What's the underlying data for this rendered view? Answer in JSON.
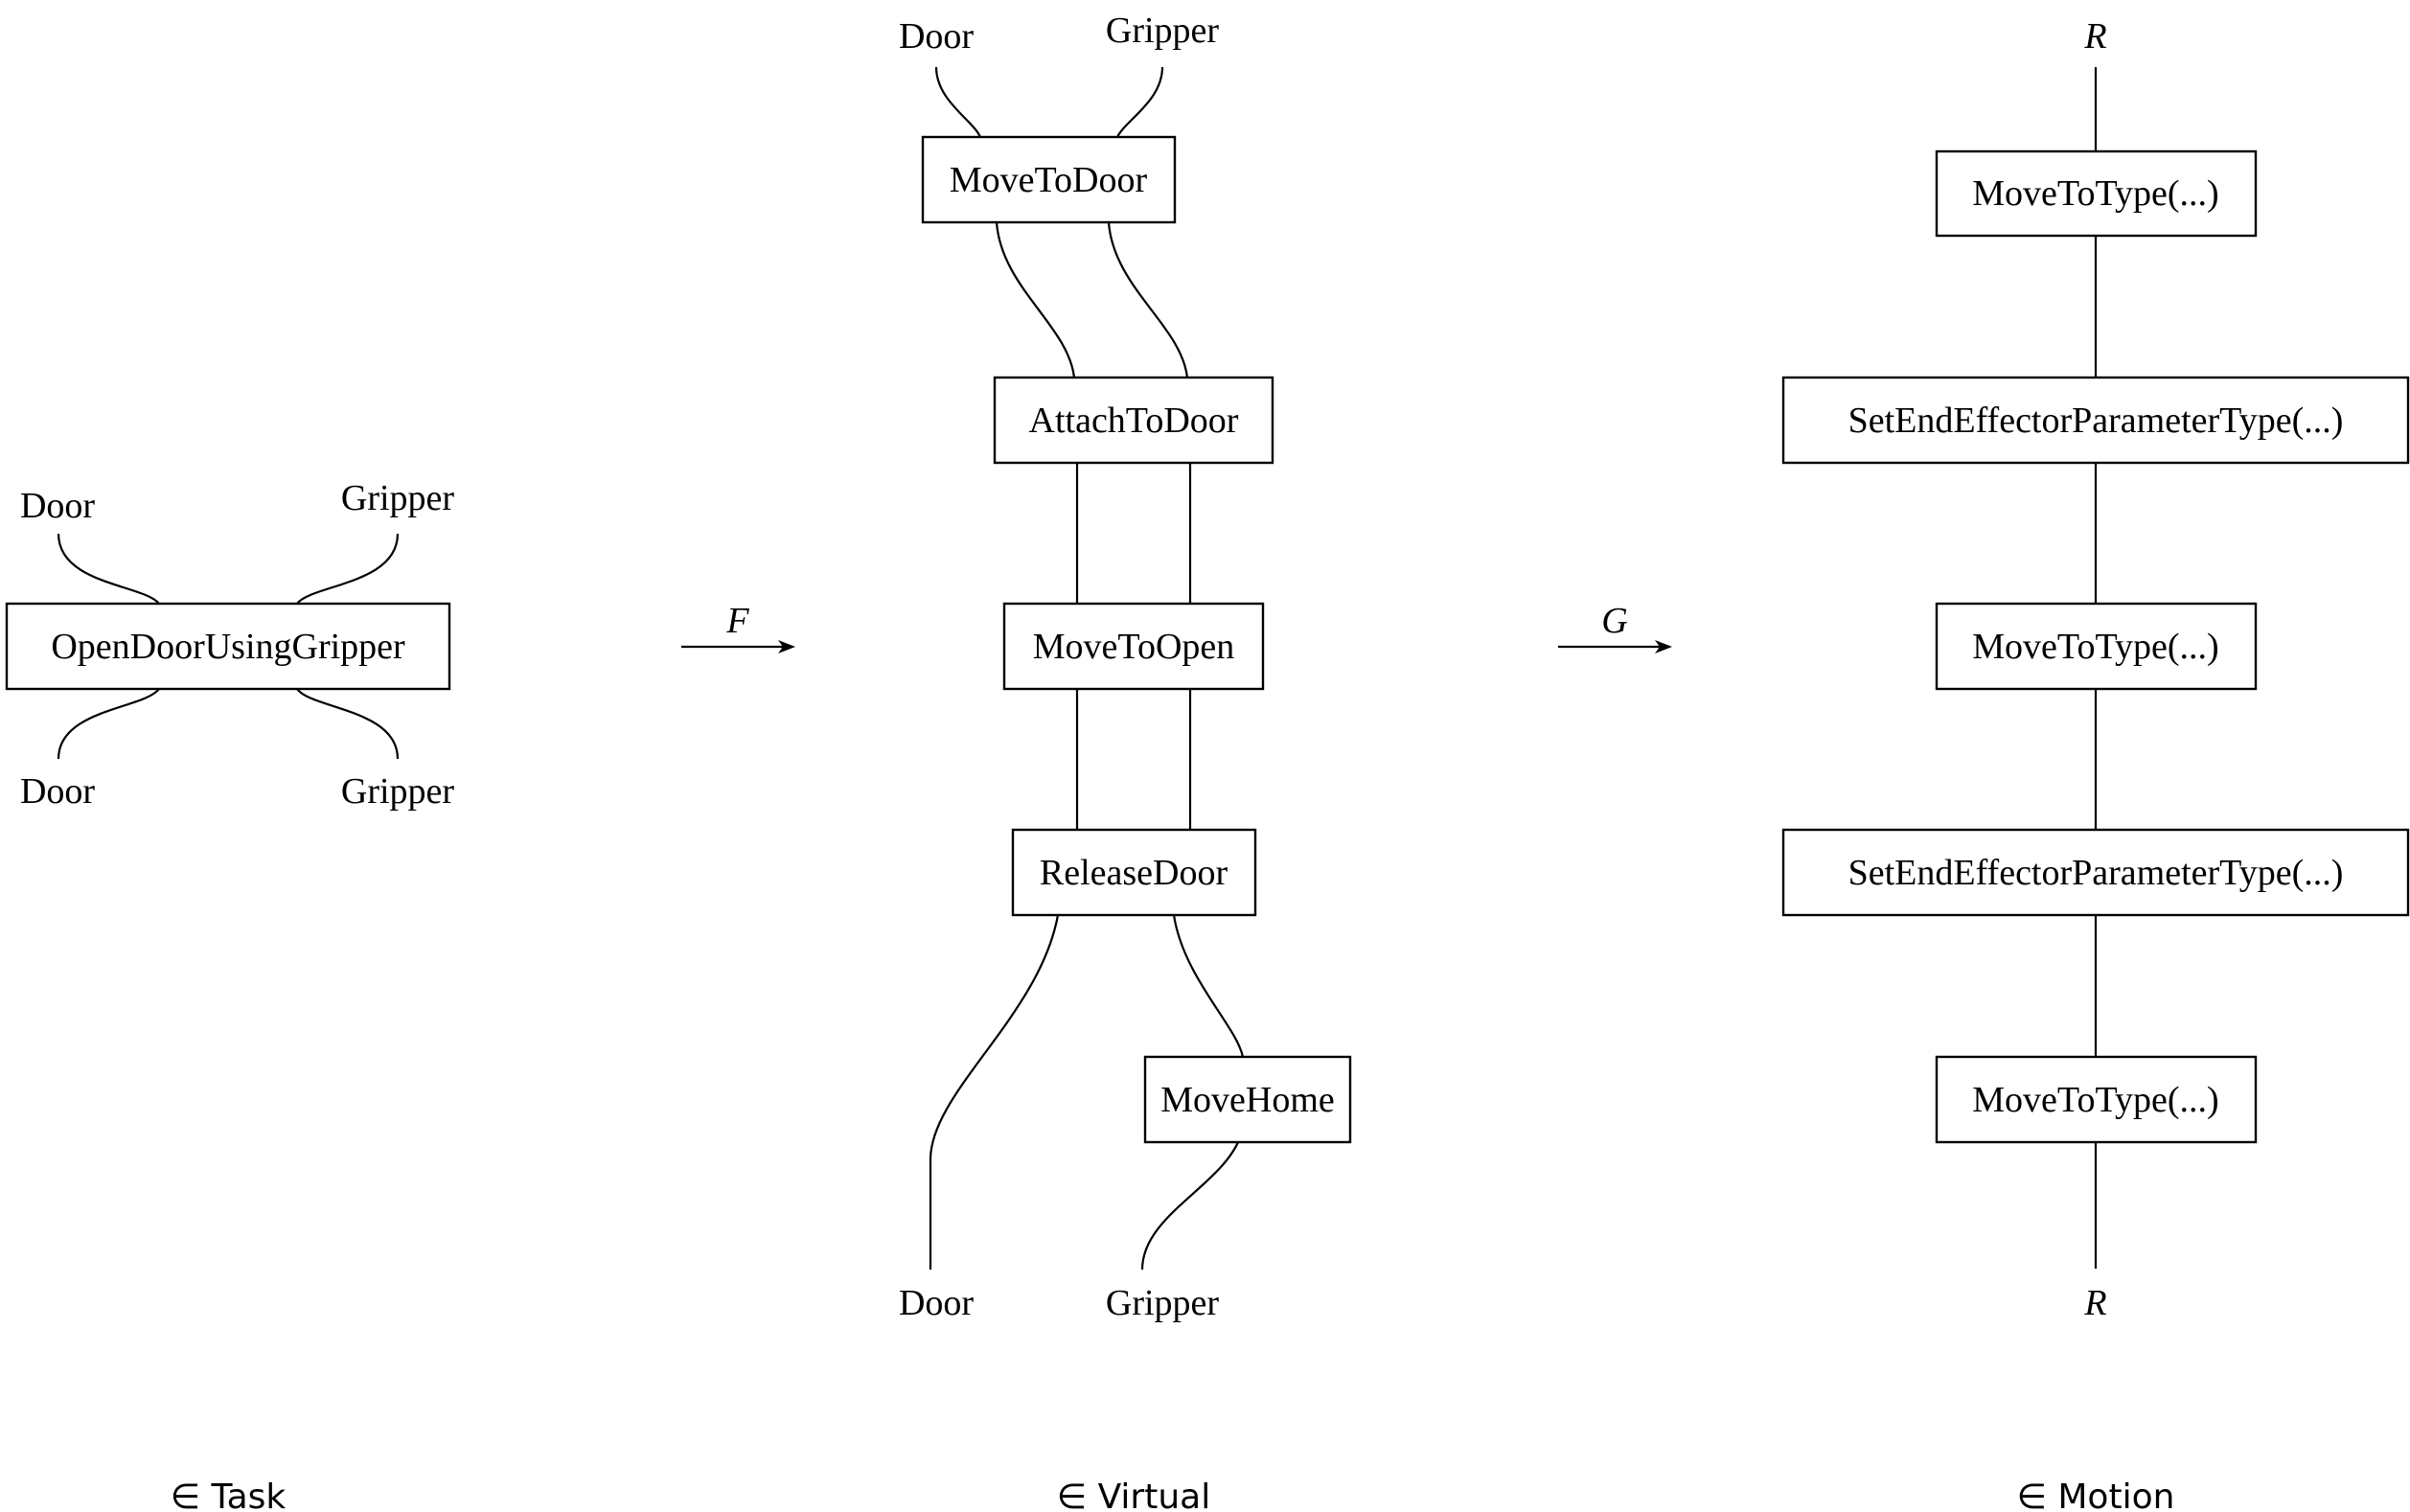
{
  "task_column": {
    "box": {
      "label": "OpenDoorUsingGripper"
    },
    "inputs": [
      "Door",
      "Gripper"
    ],
    "outputs": [
      "Door",
      "Gripper"
    ],
    "caption": "∈ Task"
  },
  "arrow_f": {
    "label": "F"
  },
  "virtual_column": {
    "inputs": [
      "Door",
      "Gripper"
    ],
    "boxes": [
      {
        "label": "MoveToDoor"
      },
      {
        "label": "AttachToDoor"
      },
      {
        "label": "MoveToOpen"
      },
      {
        "label": "ReleaseDoor"
      },
      {
        "label": "MoveHome"
      }
    ],
    "outputs": [
      "Door",
      "Gripper"
    ],
    "caption": "∈ Virtual"
  },
  "arrow_g": {
    "label": "G"
  },
  "motion_column": {
    "input": "R",
    "boxes": [
      {
        "label": "MoveToType(...)"
      },
      {
        "label": "SetEndEffectorParameterType(...)"
      },
      {
        "label": "MoveToType(...)"
      },
      {
        "label": "SetEndEffectorParameterType(...)"
      },
      {
        "label": "MoveToType(...)"
      }
    ],
    "output": "R",
    "caption": "∈ Motion"
  }
}
